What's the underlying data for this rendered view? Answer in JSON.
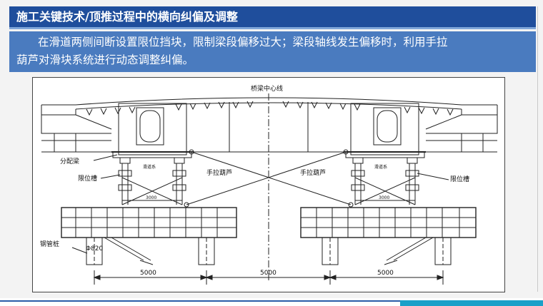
{
  "slide": {
    "title": "施工关键技术/顶推过程中的横向纠偏及调整",
    "body_line1": "在滑道两侧间断设置限位挡块，限制梁段偏移过大；梁段轴线发生偏移时，利用手拉",
    "body_line2": "葫芦对滑块系统进行动态调整纠偏。"
  },
  "drawing": {
    "center_label": "桥梁中心线",
    "distribution_beam": "分配梁",
    "limit_slot_left": "限位槽",
    "limit_slot_right": "限位槽",
    "hoist_left": "手拉葫芦",
    "hoist_right": "手拉葫芦",
    "slide_left": "滑道系",
    "slide_right": "滑道系",
    "dim_3000_left": "3000",
    "dim_3000_right": "3000",
    "steel_pipe_pile": "钢管桩",
    "pile_dia": "Φ820",
    "dim_5000_left": "5000",
    "dim_5000_mid": "5000",
    "dim_5000_right": "5000"
  }
}
